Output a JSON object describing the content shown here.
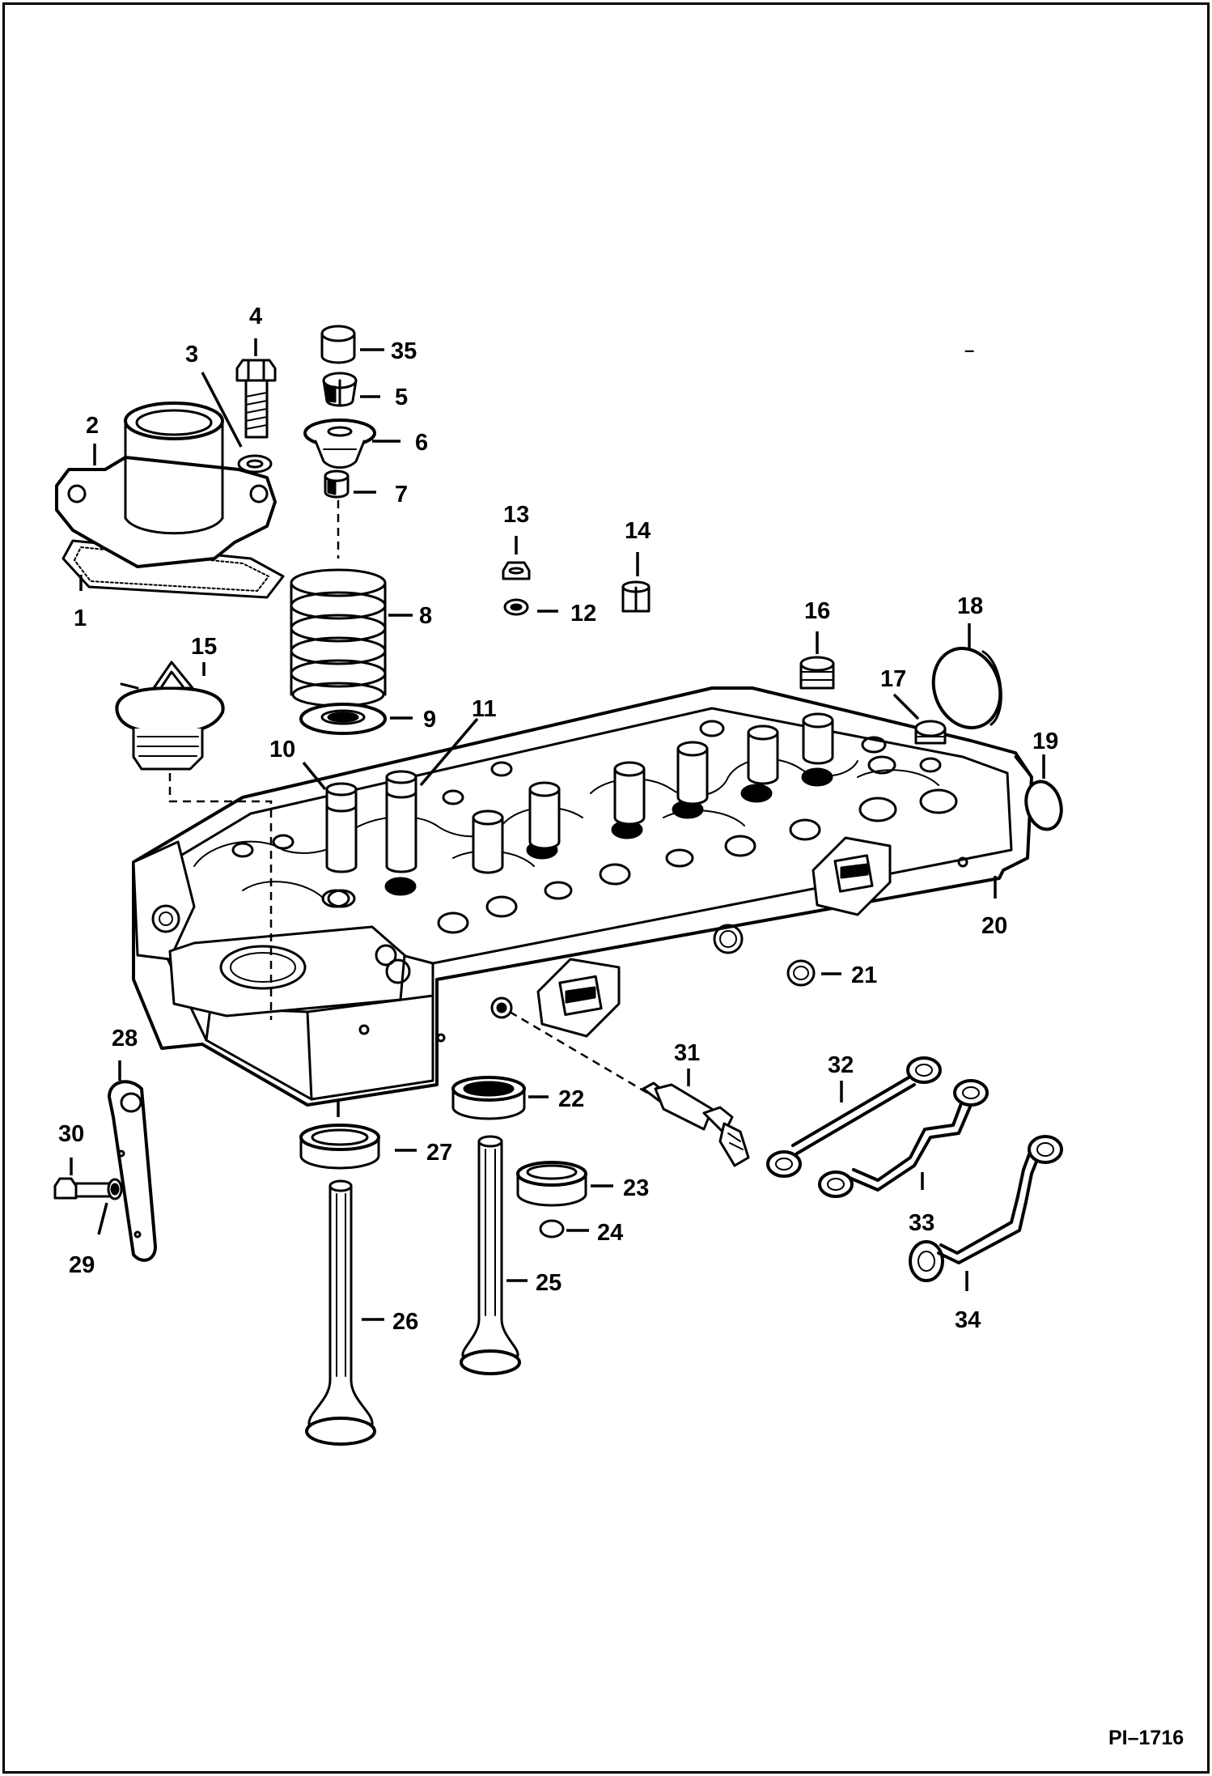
{
  "figure_ref": "PI–1716",
  "stray_mark": "–",
  "callouts": [
    "1",
    "2",
    "3",
    "4",
    "5",
    "6",
    "7",
    "8",
    "9",
    "10",
    "11",
    "12",
    "13",
    "14",
    "15",
    "16",
    "17",
    "18",
    "19",
    "20",
    "21",
    "22",
    "23",
    "24",
    "25",
    "26",
    "27",
    "28",
    "29",
    "30",
    "31",
    "32",
    "33",
    "34",
    "35"
  ]
}
